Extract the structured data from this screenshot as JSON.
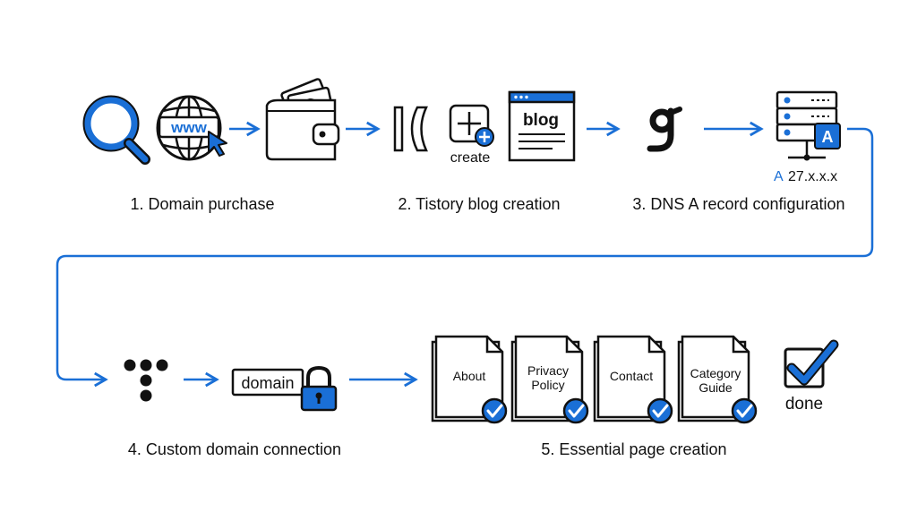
{
  "steps": [
    {
      "title": "1. Domain purchase"
    },
    {
      "title": "2. Tistory blog creation"
    },
    {
      "title": "3. DNS A record configuration"
    },
    {
      "title": "4. Custom domain connection"
    },
    {
      "title": "5. Essential page creation"
    }
  ],
  "icons": {
    "www_text": "www",
    "create_label": "create",
    "blog_label": "blog",
    "a_badge": "A",
    "a_record_type": "A",
    "a_record_value": "27.x.x.x",
    "domain_label": "domain",
    "done_label": "done"
  },
  "pages": [
    "About",
    "Privacy|Policy",
    "Contact",
    "Category|Guide"
  ],
  "colors": {
    "accent": "#1a6fd6",
    "ink": "#111111"
  }
}
